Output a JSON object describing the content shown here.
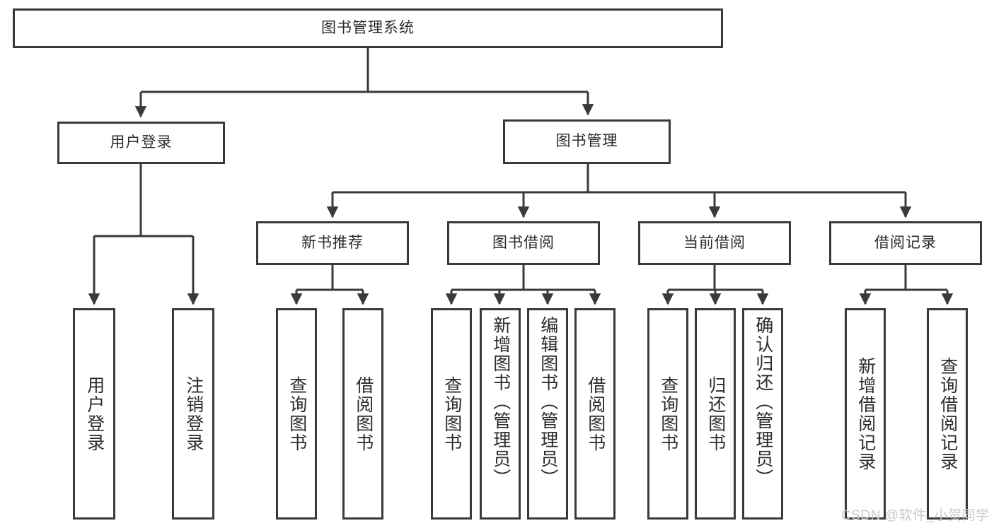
{
  "diagram": {
    "type": "hierarchy-tree",
    "title": "图书管理系统",
    "root": {
      "id": "root",
      "label": "图书管理系统"
    },
    "level1": [
      {
        "id": "user-login",
        "label": "用户登录"
      },
      {
        "id": "book-manage",
        "label": "图书管理"
      }
    ],
    "level2": [
      {
        "id": "new-book-rec",
        "label": "新书推荐",
        "parent": "book-manage"
      },
      {
        "id": "book-borrow",
        "label": "图书借阅",
        "parent": "book-manage"
      },
      {
        "id": "current-borrow",
        "label": "当前借阅",
        "parent": "book-manage"
      },
      {
        "id": "borrow-record",
        "label": "借阅记录",
        "parent": "book-manage"
      }
    ],
    "leaves": [
      {
        "id": "leaf-user-login",
        "label": "用户登录",
        "parent": "user-login"
      },
      {
        "id": "leaf-logout",
        "label": "注销登录",
        "parent": "user-login"
      },
      {
        "id": "leaf-query-book-1",
        "label": "查询图书",
        "parent": "new-book-rec"
      },
      {
        "id": "leaf-borrow-book-1",
        "label": "借阅图书",
        "parent": "new-book-rec"
      },
      {
        "id": "leaf-query-book-2",
        "label": "查询图书",
        "parent": "book-borrow"
      },
      {
        "id": "leaf-add-book",
        "label": "新增图书（管理员）",
        "parent": "book-borrow"
      },
      {
        "id": "leaf-edit-book",
        "label": "编辑图书（管理员）",
        "parent": "book-borrow"
      },
      {
        "id": "leaf-borrow-book-2",
        "label": "借阅图书",
        "parent": "book-borrow"
      },
      {
        "id": "leaf-query-book-3",
        "label": "查询图书",
        "parent": "current-borrow"
      },
      {
        "id": "leaf-return-book",
        "label": "归还图书",
        "parent": "current-borrow"
      },
      {
        "id": "leaf-confirm-return",
        "label": "确认归还（管理员）",
        "parent": "current-borrow"
      },
      {
        "id": "leaf-add-record",
        "label": "新增借阅记录",
        "parent": "borrow-record"
      },
      {
        "id": "leaf-query-record",
        "label": "查询借阅记录",
        "parent": "borrow-record"
      }
    ],
    "colors": {
      "stroke": "#3a3a3a",
      "text": "#2b2b2b",
      "background": "#ffffff",
      "watermark": "#c9c9c9"
    }
  },
  "watermark": {
    "text": "CSDN @软件_小贺同学"
  }
}
